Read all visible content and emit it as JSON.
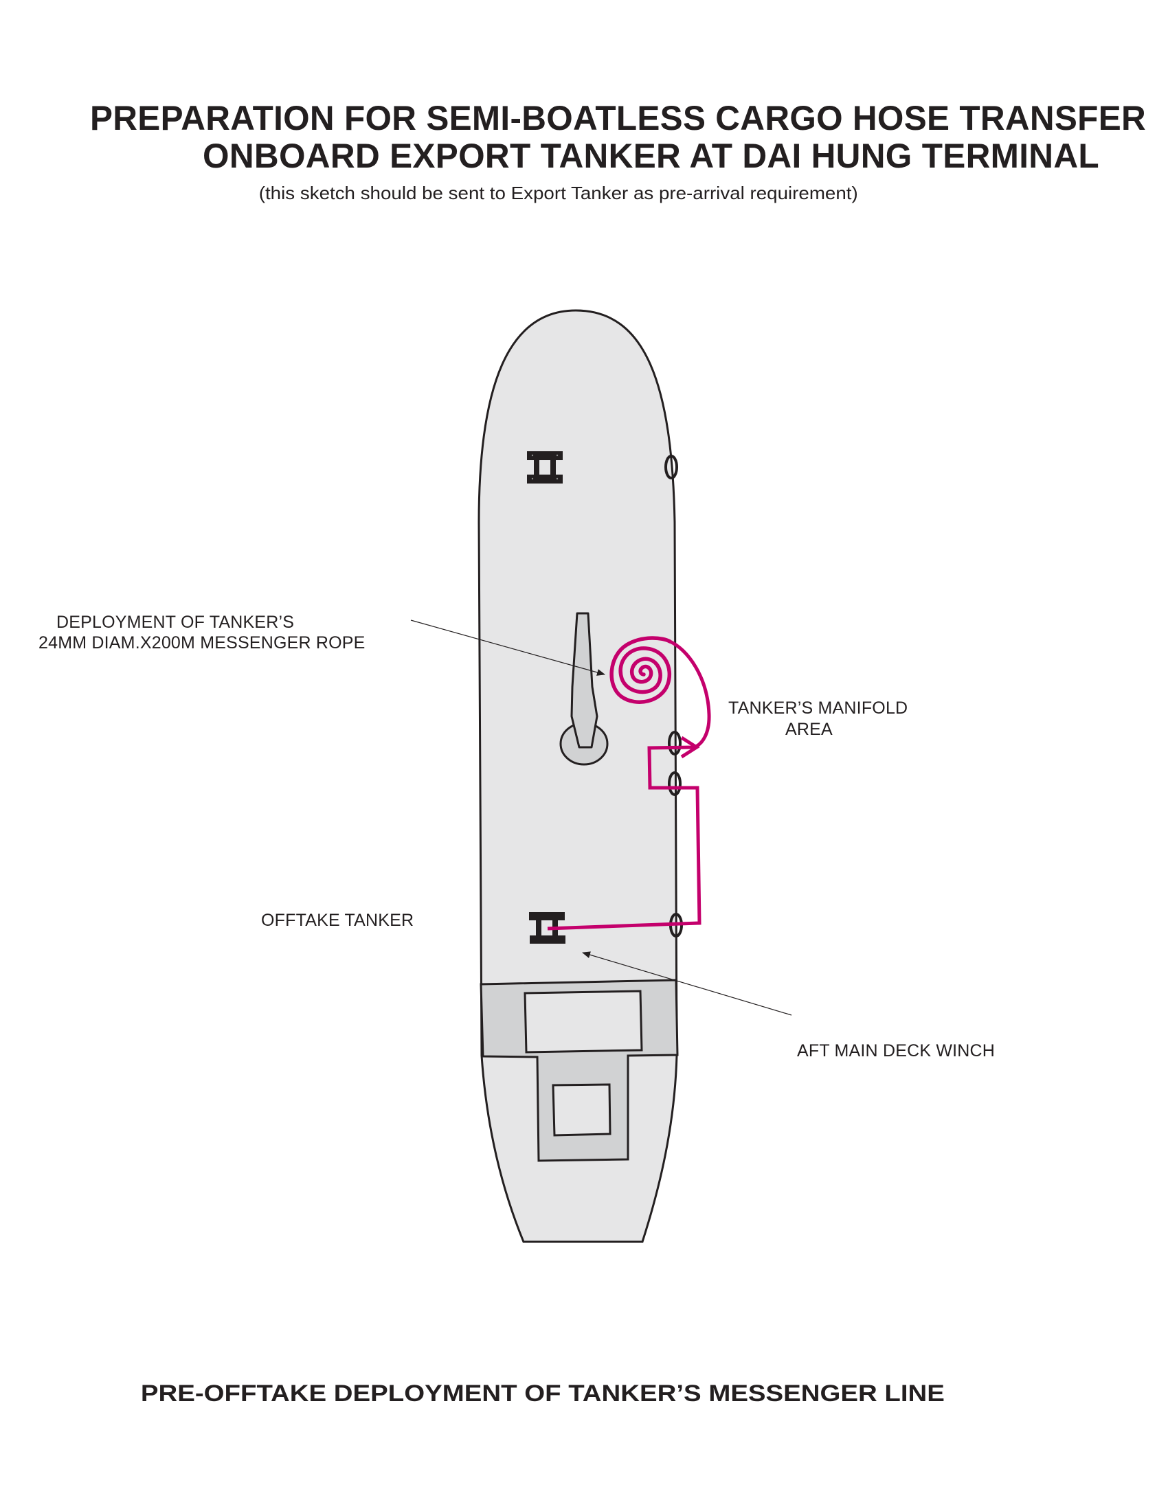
{
  "header": {
    "title_line_1": "PREPARATION FOR SEMI-BOATLESS CARGO HOSE TRANSFER",
    "title_line_2": "ONBOARD EXPORT TANKER AT DAI HUNG TERMINAL",
    "subtitle": "(this sketch should be sent to Export Tanker as pre-arrival requirement)"
  },
  "labels": {
    "messenger_rope_line_1": "DEPLOYMENT OF TANKER’S",
    "messenger_rope_line_2": "24MM DIAM.X200M MESSENGER ROPE",
    "manifold_line_1": "TANKER’S MANIFOLD",
    "manifold_line_2": "AREA",
    "offtake_tanker": "OFFTAKE TANKER",
    "aft_winch": "AFT MAIN DECK WINCH"
  },
  "footer": {
    "caption": "PRE-OFFTAKE DEPLOYMENT OF TANKER’S MESSENGER LINE"
  },
  "diagram": {
    "elements": [
      {
        "name": "tanker-hull",
        "icon": "ship-hull-plan-view"
      },
      {
        "name": "forward-deck-winch",
        "icon": "winch-icon"
      },
      {
        "name": "aft-main-deck-winch",
        "icon": "winch-icon"
      },
      {
        "name": "deck-crane",
        "icon": "crane-boom-icon"
      },
      {
        "name": "messenger-rope-coil",
        "icon": "rope-coil-spiral-icon"
      },
      {
        "name": "fairleads",
        "icon": "fairlead-icon",
        "count": 4
      },
      {
        "name": "accommodation-deckhouse",
        "icon": "deckhouse-icon"
      }
    ],
    "colors": {
      "hull_fill": "#e6e6e7",
      "deckhouse_fill": "#d1d2d3",
      "outline": "#231f20",
      "messenger_line": "#c4006c",
      "background": "#ffffff"
    }
  }
}
